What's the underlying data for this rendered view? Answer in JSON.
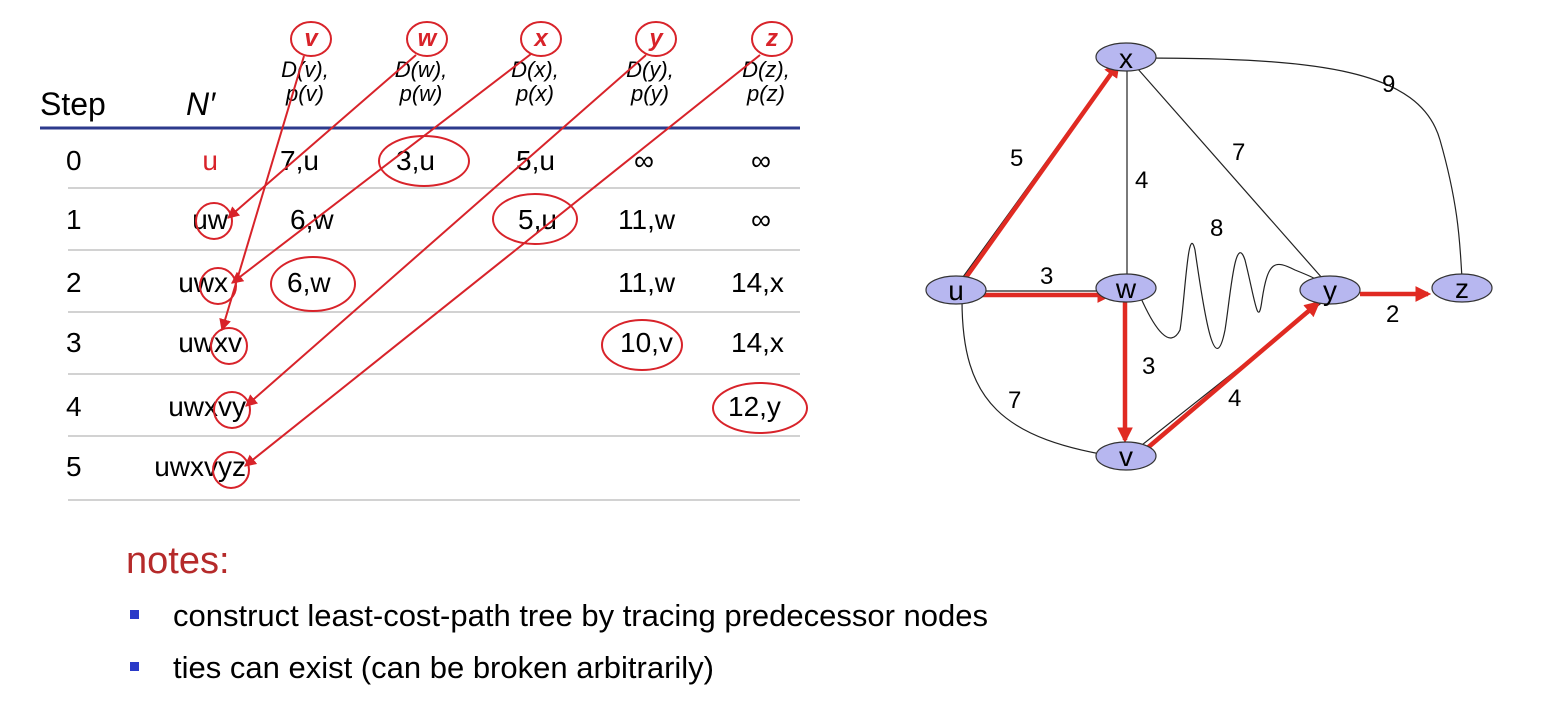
{
  "table": {
    "headers": {
      "step": "Step",
      "nprime": "N′"
    },
    "columns": [
      {
        "node": "v",
        "label1": "D(v),",
        "label2": "p(v)"
      },
      {
        "node": "w",
        "label1": "D(w),",
        "label2": "p(w)"
      },
      {
        "node": "x",
        "label1": "D(x),",
        "label2": "p(x)"
      },
      {
        "node": "y",
        "label1": "D(y),",
        "label2": "p(y)"
      },
      {
        "node": "z",
        "label1": "D(z),",
        "label2": "p(z)"
      }
    ],
    "rows": [
      {
        "step": "0",
        "nprime": "u",
        "cells": [
          "7,u",
          "3,u",
          "5,u",
          "∞",
          "∞"
        ]
      },
      {
        "step": "1",
        "nprime": "uw",
        "cells": [
          "6,w",
          "",
          "5,u",
          "11,w",
          "∞"
        ]
      },
      {
        "step": "2",
        "nprime": "uwx",
        "cells": [
          "6,w",
          "",
          "",
          "11,w",
          "14,x"
        ]
      },
      {
        "step": "3",
        "nprime": "uwxv",
        "cells": [
          "",
          "",
          "",
          "10,v",
          "14,x"
        ]
      },
      {
        "step": "4",
        "nprime": "uwxvy",
        "cells": [
          "",
          "",
          "",
          "",
          "12,y"
        ]
      },
      {
        "step": "5",
        "nprime": "uwxvyz",
        "cells": [
          "",
          "",
          "",
          "",
          ""
        ]
      }
    ]
  },
  "graph": {
    "nodes": {
      "u": "u",
      "x": "x",
      "w": "w",
      "v": "v",
      "y": "y",
      "z": "z"
    },
    "edge_costs": {
      "u_x": "5",
      "u_w": "3",
      "u_v": "7",
      "x_w": "4",
      "x_y": "7",
      "x_z": "9",
      "w_y": "8",
      "w_v": "3",
      "v_y": "4",
      "y_z": "2"
    }
  },
  "notes": {
    "title": "notes:",
    "items": [
      "construct least-cost-path tree by tracing predecessor nodes",
      "ties can exist (can be broken arbitrarily)"
    ]
  },
  "colors": {
    "accent_red": "#d8232a",
    "header_rule": "#2d3a8c",
    "node_fill": "#b7b7f0",
    "bullet": "#2a3ac8"
  }
}
